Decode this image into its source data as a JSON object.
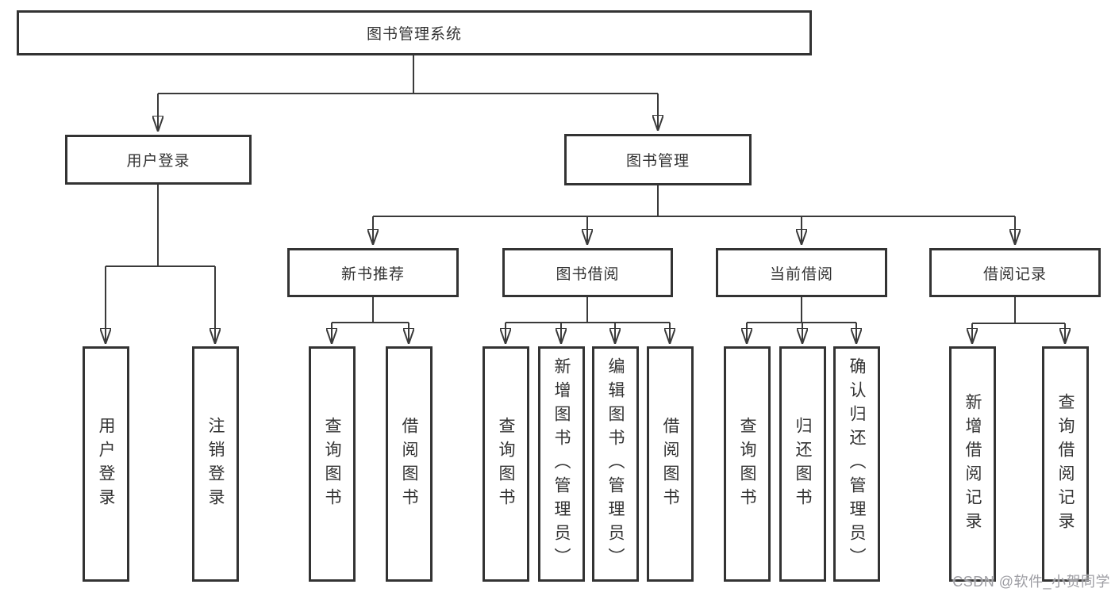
{
  "diagram": {
    "root": {
      "label": "图书管理系统"
    },
    "branches": [
      {
        "label": "用户登录",
        "leaves": [
          "用户登录",
          "注销登录"
        ]
      },
      {
        "label": "图书管理",
        "sections": [
          {
            "label": "新书推荐",
            "leaves": [
              "查询图书",
              "借阅图书"
            ]
          },
          {
            "label": "图书借阅",
            "leaves": [
              "查询图书",
              "新增图书（管理员）",
              "编辑图书（管理员）",
              "借阅图书"
            ]
          },
          {
            "label": "当前借阅",
            "leaves": [
              "查询图书",
              "归还图书",
              "确认归还（管理员）"
            ]
          },
          {
            "label": "借阅记录",
            "leaves": [
              "新增借阅记录",
              "查询借阅记录"
            ]
          }
        ]
      }
    ]
  },
  "watermark": "CSDN @软件_小贺同学",
  "colors": {
    "line": "#3a3a3a",
    "box_border": "#333333",
    "text": "#333333",
    "watermark": "#9d9da3",
    "background": "#ffffff"
  }
}
